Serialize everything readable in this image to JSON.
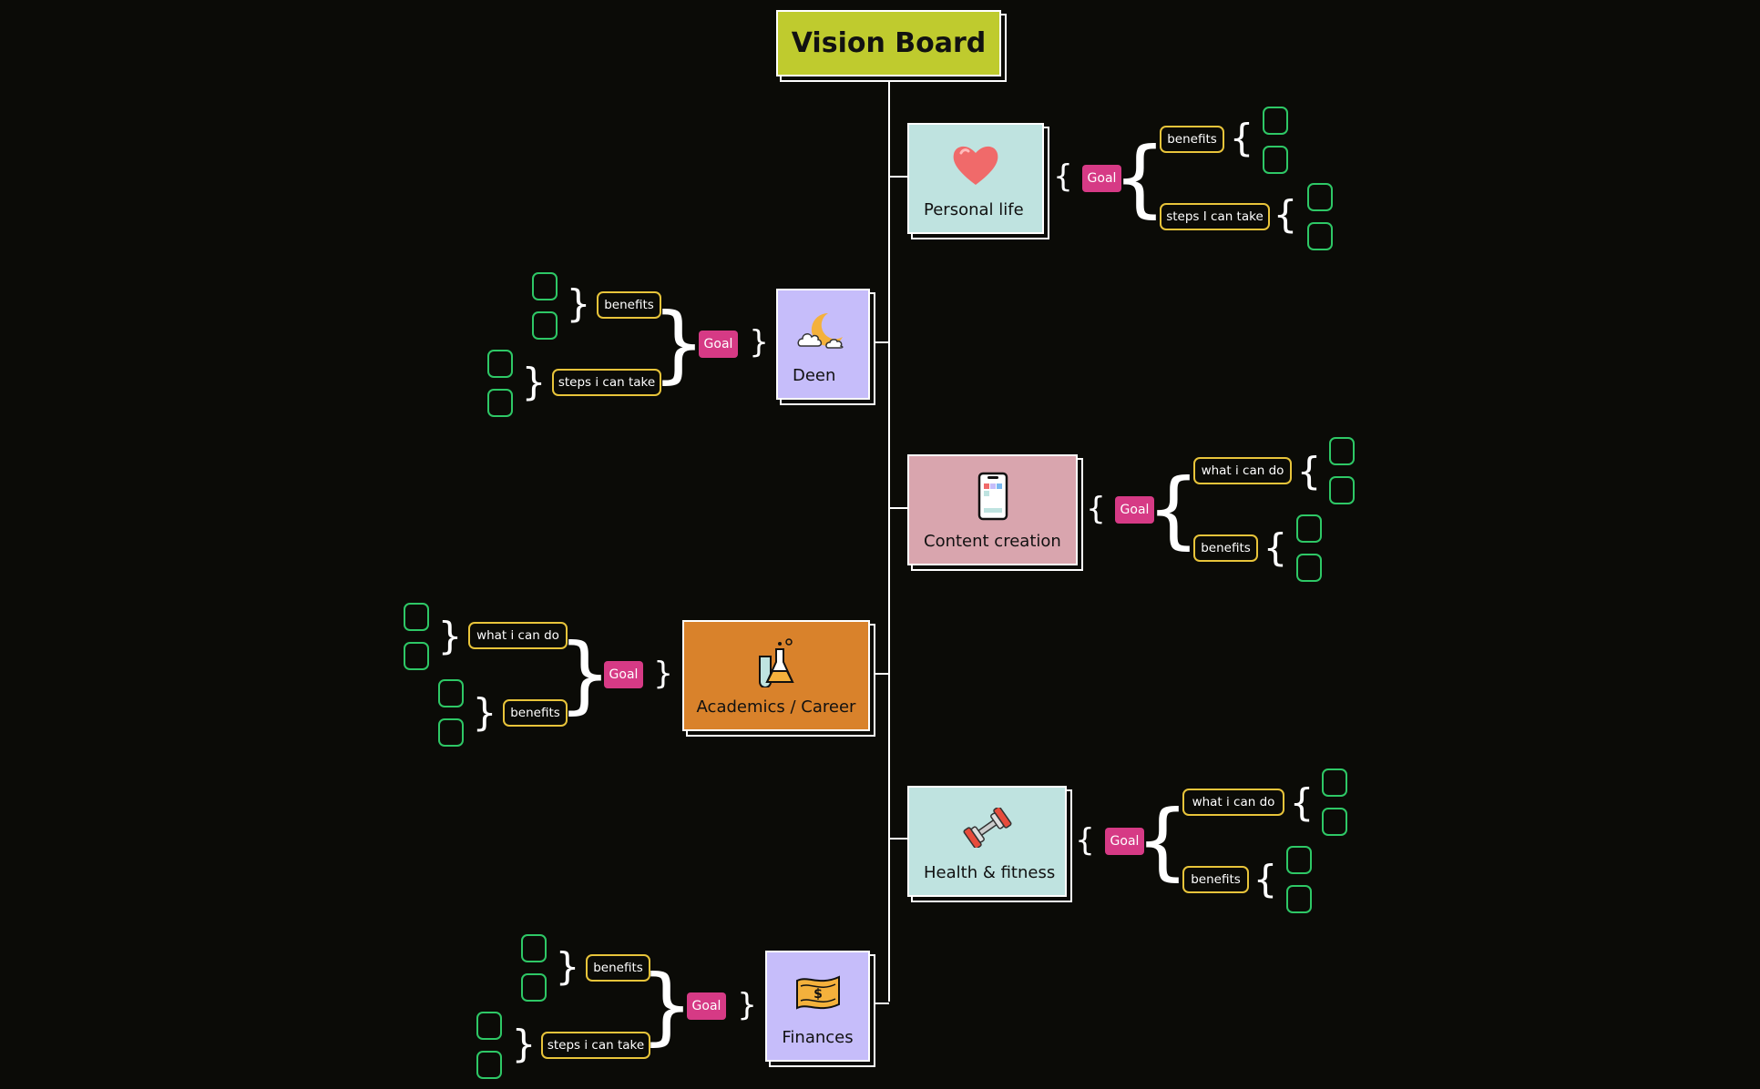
{
  "title": "Vision Board",
  "goal_label": "Goal",
  "colors": {
    "background": "#0b0b07",
    "title": "#bfcb2e",
    "goal": "#d63a85",
    "tag_border": "#e8c43a",
    "box_border": "#2ec866",
    "teal": "#bfe3e0",
    "lavender": "#c6bdfa",
    "pink": "#d9a5ae",
    "orange": "#d9822b"
  },
  "categories": [
    {
      "label": "Personal life",
      "icon": "heart-icon",
      "sub1": "benefits",
      "sub2": "steps I can take"
    },
    {
      "label": "Deen",
      "icon": "moon-cloud-icon",
      "sub1": "benefits",
      "sub2": "steps i can take"
    },
    {
      "label": "Content creation",
      "icon": "phone-icon",
      "sub1": "what i can do",
      "sub2": "benefits"
    },
    {
      "label": "Academics / Career",
      "icon": "flask-icon",
      "sub1": "what i can do",
      "sub2": "benefits"
    },
    {
      "label": "Health & fitness",
      "icon": "dumbbell-icon",
      "sub1": "what i can do",
      "sub2": "benefits"
    },
    {
      "label": "Finances",
      "icon": "money-icon",
      "sub1": "benefits",
      "sub2": "steps i can take"
    }
  ]
}
